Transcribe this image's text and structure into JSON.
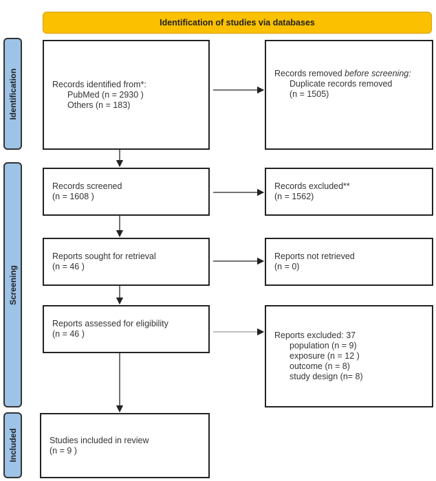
{
  "header": "Identification of studies via databases",
  "phases": [
    "Identification",
    "Screening",
    "Included"
  ],
  "identification": {
    "records_title": "Records identified from*:",
    "pubmed": "PubMed (n = 2930 )",
    "others": "Others (n = 183)",
    "removed_title_a": "Records removed ",
    "removed_title_b": "before screening",
    "removed_title_c": ":",
    "duplicates": "Duplicate records removed",
    "duplicates_n": "(n = 1505)"
  },
  "screening": {
    "screened": "Records screened",
    "screened_n": "(n =  1608 )",
    "excluded": "Records excluded**",
    "excluded_n": "(n = 1562)",
    "sought": "Reports sought for retrieval",
    "sought_n": "(n = 46 )",
    "not_retrieved": "Reports not retrieved",
    "not_retrieved_n": "(n = 0)",
    "assessed": "Reports assessed for eligibility",
    "assessed_n": "(n = 46 )",
    "reports_excluded": "Reports excluded: 37",
    "reasons": [
      "population (n = 9)",
      "exposure (n = 12 )",
      "outcome (n = 8)",
      "study design (n= 8)"
    ]
  },
  "included": {
    "label": "Studies included in review",
    "n": "(n = 9 )"
  }
}
